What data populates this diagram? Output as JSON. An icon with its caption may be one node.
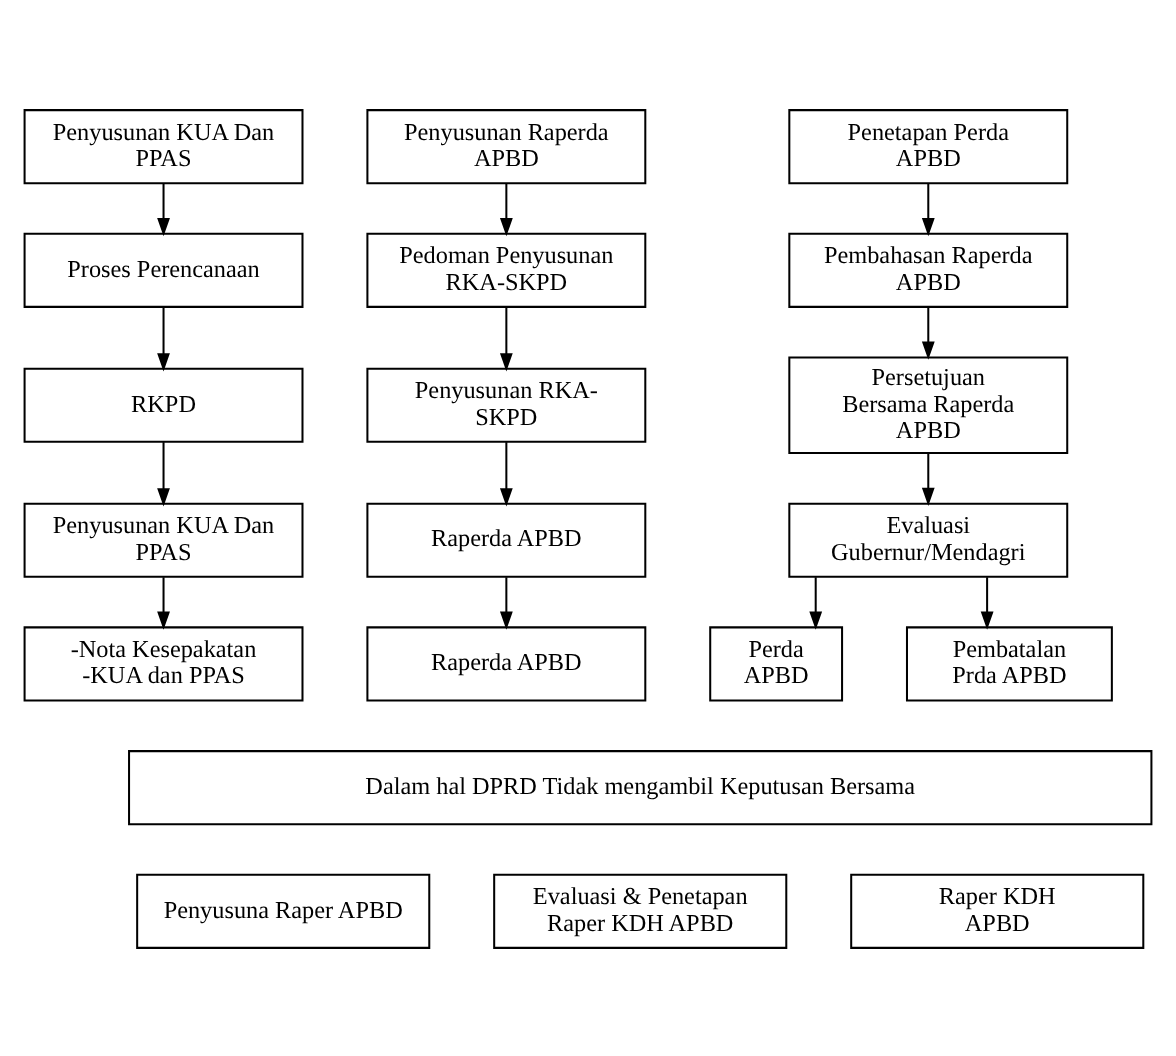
{
  "diagram": {
    "nodes": [
      {
        "text": [
          "Penyusunan KUA Dan PPAS"
        ]
      },
      {
        "text": [
          "Proses Perencanaan"
        ]
      },
      {
        "text": [
          "RKPD"
        ]
      },
      {
        "text": [
          "Penyusunan KUA Dan PPAS"
        ]
      },
      {
        "text": [
          "-Nota Kesepakatan",
          "-KUA dan PPAS"
        ]
      },
      {
        "text": [
          "Penyusunan Raperda APBD"
        ]
      },
      {
        "text": [
          "Pedoman Penyusunan RKA-SKPD"
        ]
      },
      {
        "text": [
          "Penyusunan RKA-SKPD"
        ]
      },
      {
        "text": [
          "Raperda APBD"
        ]
      },
      {
        "text": [
          "Raperda APBD"
        ]
      },
      {
        "text": [
          "Penetapan Perda APBD"
        ]
      },
      {
        "text": [
          "Pembahasan Raperda APBD"
        ]
      },
      {
        "text": [
          "Persetujuan Bersama Raperda APBD"
        ]
      },
      {
        "text": [
          "Evaluasi Gubernur/Mendagri"
        ]
      },
      {
        "text": [
          "Perda APBD"
        ]
      },
      {
        "text": [
          "Pembatalan Prda APBD"
        ]
      },
      {
        "text": [
          "Dalam hal DPRD Tidak mengambil Keputusan Bersama"
        ]
      },
      {
        "text": [
          "Penyusuna Raper APBD"
        ]
      },
      {
        "text": [
          "Evaluasi & Penetapan Raper KDH APBD"
        ]
      },
      {
        "text": [
          "Raper KDH APBD"
        ]
      }
    ],
    "edges": [
      {
        "from": 0,
        "to": 1,
        "arrow": "to"
      },
      {
        "from": 1,
        "to": 2,
        "arrow": "to"
      },
      {
        "from": 2,
        "to": 3,
        "arrow": "to"
      },
      {
        "from": 3,
        "to": 4,
        "arrow": "to"
      },
      {
        "from": 5,
        "to": 6,
        "arrow": "to"
      },
      {
        "from": 6,
        "to": 7,
        "arrow": "to"
      },
      {
        "from": 7,
        "to": 8,
        "arrow": "to"
      },
      {
        "from": 8,
        "to": 9,
        "arrow": "to"
      },
      {
        "from": 10,
        "to": 11,
        "arrow": "to"
      },
      {
        "from": 11,
        "to": 12,
        "arrow": "to"
      },
      {
        "from": 12,
        "to": 13,
        "arrow": "to"
      },
      {
        "from": 13,
        "to": 14,
        "arrow": "to"
      },
      {
        "from": 13,
        "to": 15,
        "arrow": "to"
      }
    ]
  }
}
